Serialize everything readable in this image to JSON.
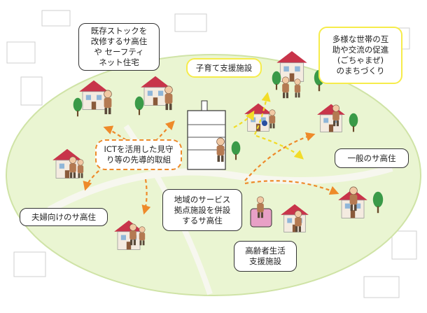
{
  "colors": {
    "background": "#ffffff",
    "ellipse": "#eaf5d2",
    "ellipse_border": "#cfe3a6",
    "orange_arrow": "#ee8a2a",
    "yellow_arrow": "#f2dc28",
    "dark_border": "#333333",
    "yellow_border": "#f6ec4a",
    "roof": "#c8344a",
    "wall": "#f4ebe0",
    "tree": "#3a9a48"
  },
  "labels": {
    "renovation": "既存ストックを\n改修するサ高住\nや セーフティ\nネット住宅",
    "childcare": "子育て支援施設",
    "mixing": "多様な世帯の互\n助や交流の促進\n(ごちゃまぜ)\nのまちづくり",
    "general": "一般のサ高住",
    "ict": "ICTを活用した見守\nり等の先導的取組",
    "couple": "夫婦向けのサ高住",
    "community": "地域のサービス\n拠点施設を併設\nするサ高住",
    "elderly_support": "高齢者生活\n支援施設"
  }
}
